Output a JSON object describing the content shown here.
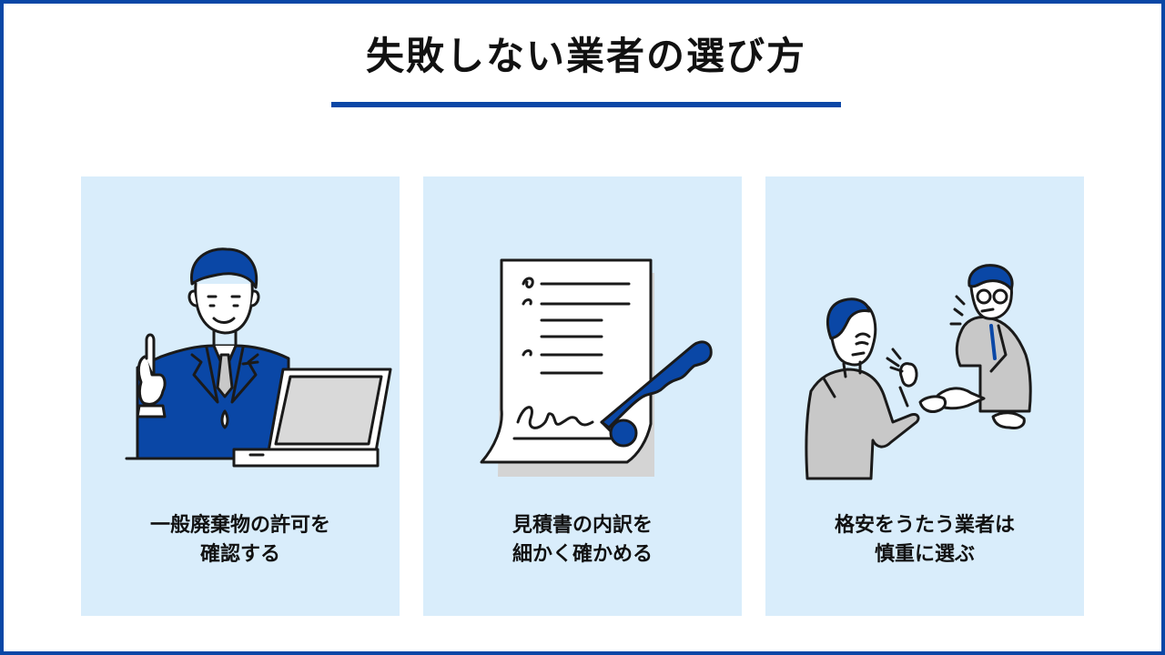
{
  "title": "失敗しない業者の選び方",
  "colors": {
    "accent": "#0a47a6",
    "card_bg": "#d9edfb",
    "line": "#1a1a1a",
    "gray_fill": "#c8c8c8"
  },
  "cards": [
    {
      "illustration": "businessman-at-laptop-icon",
      "caption_line1": "一般廃棄物の許可を",
      "caption_line2": "確認する"
    },
    {
      "illustration": "document-signature-icon",
      "caption_line1": "見積書の内訳を",
      "caption_line2": "細かく確かめる"
    },
    {
      "illustration": "two-men-negotiating-icon",
      "caption_line1": "格安をうたう業者は",
      "caption_line2": "慎重に選ぶ"
    }
  ]
}
